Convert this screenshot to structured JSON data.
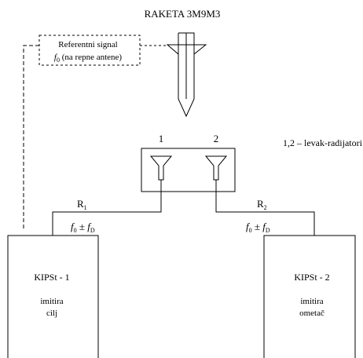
{
  "title": "RAKETA 3M9M3",
  "reference": {
    "line1": "Referentni signal",
    "f0_symbol": "f",
    "f0_sub": "0",
    "line2_rest": " (na repne antene)"
  },
  "radiators": {
    "label1": "1",
    "label2": "2",
    "legend": "1,2 – levak-radijatori"
  },
  "paths": {
    "r1": {
      "symbol": "R",
      "sub": "1"
    },
    "r2": {
      "symbol": "R",
      "sub": "2"
    },
    "freq_left": {
      "f": "f",
      "sub0": "0",
      "pm": " ± ",
      "f2": "f",
      "subD": "D"
    },
    "freq_right": {
      "f": "f",
      "sub0": "0",
      "pm": " ± ",
      "f2": "f",
      "subD": "D"
    }
  },
  "kipst1": {
    "title": "KIPSt - 1",
    "line1": "imitira",
    "line2": "cilj"
  },
  "kipst2": {
    "title": "KIPSt - 2",
    "line1": "imitira",
    "line2": "ometač"
  }
}
